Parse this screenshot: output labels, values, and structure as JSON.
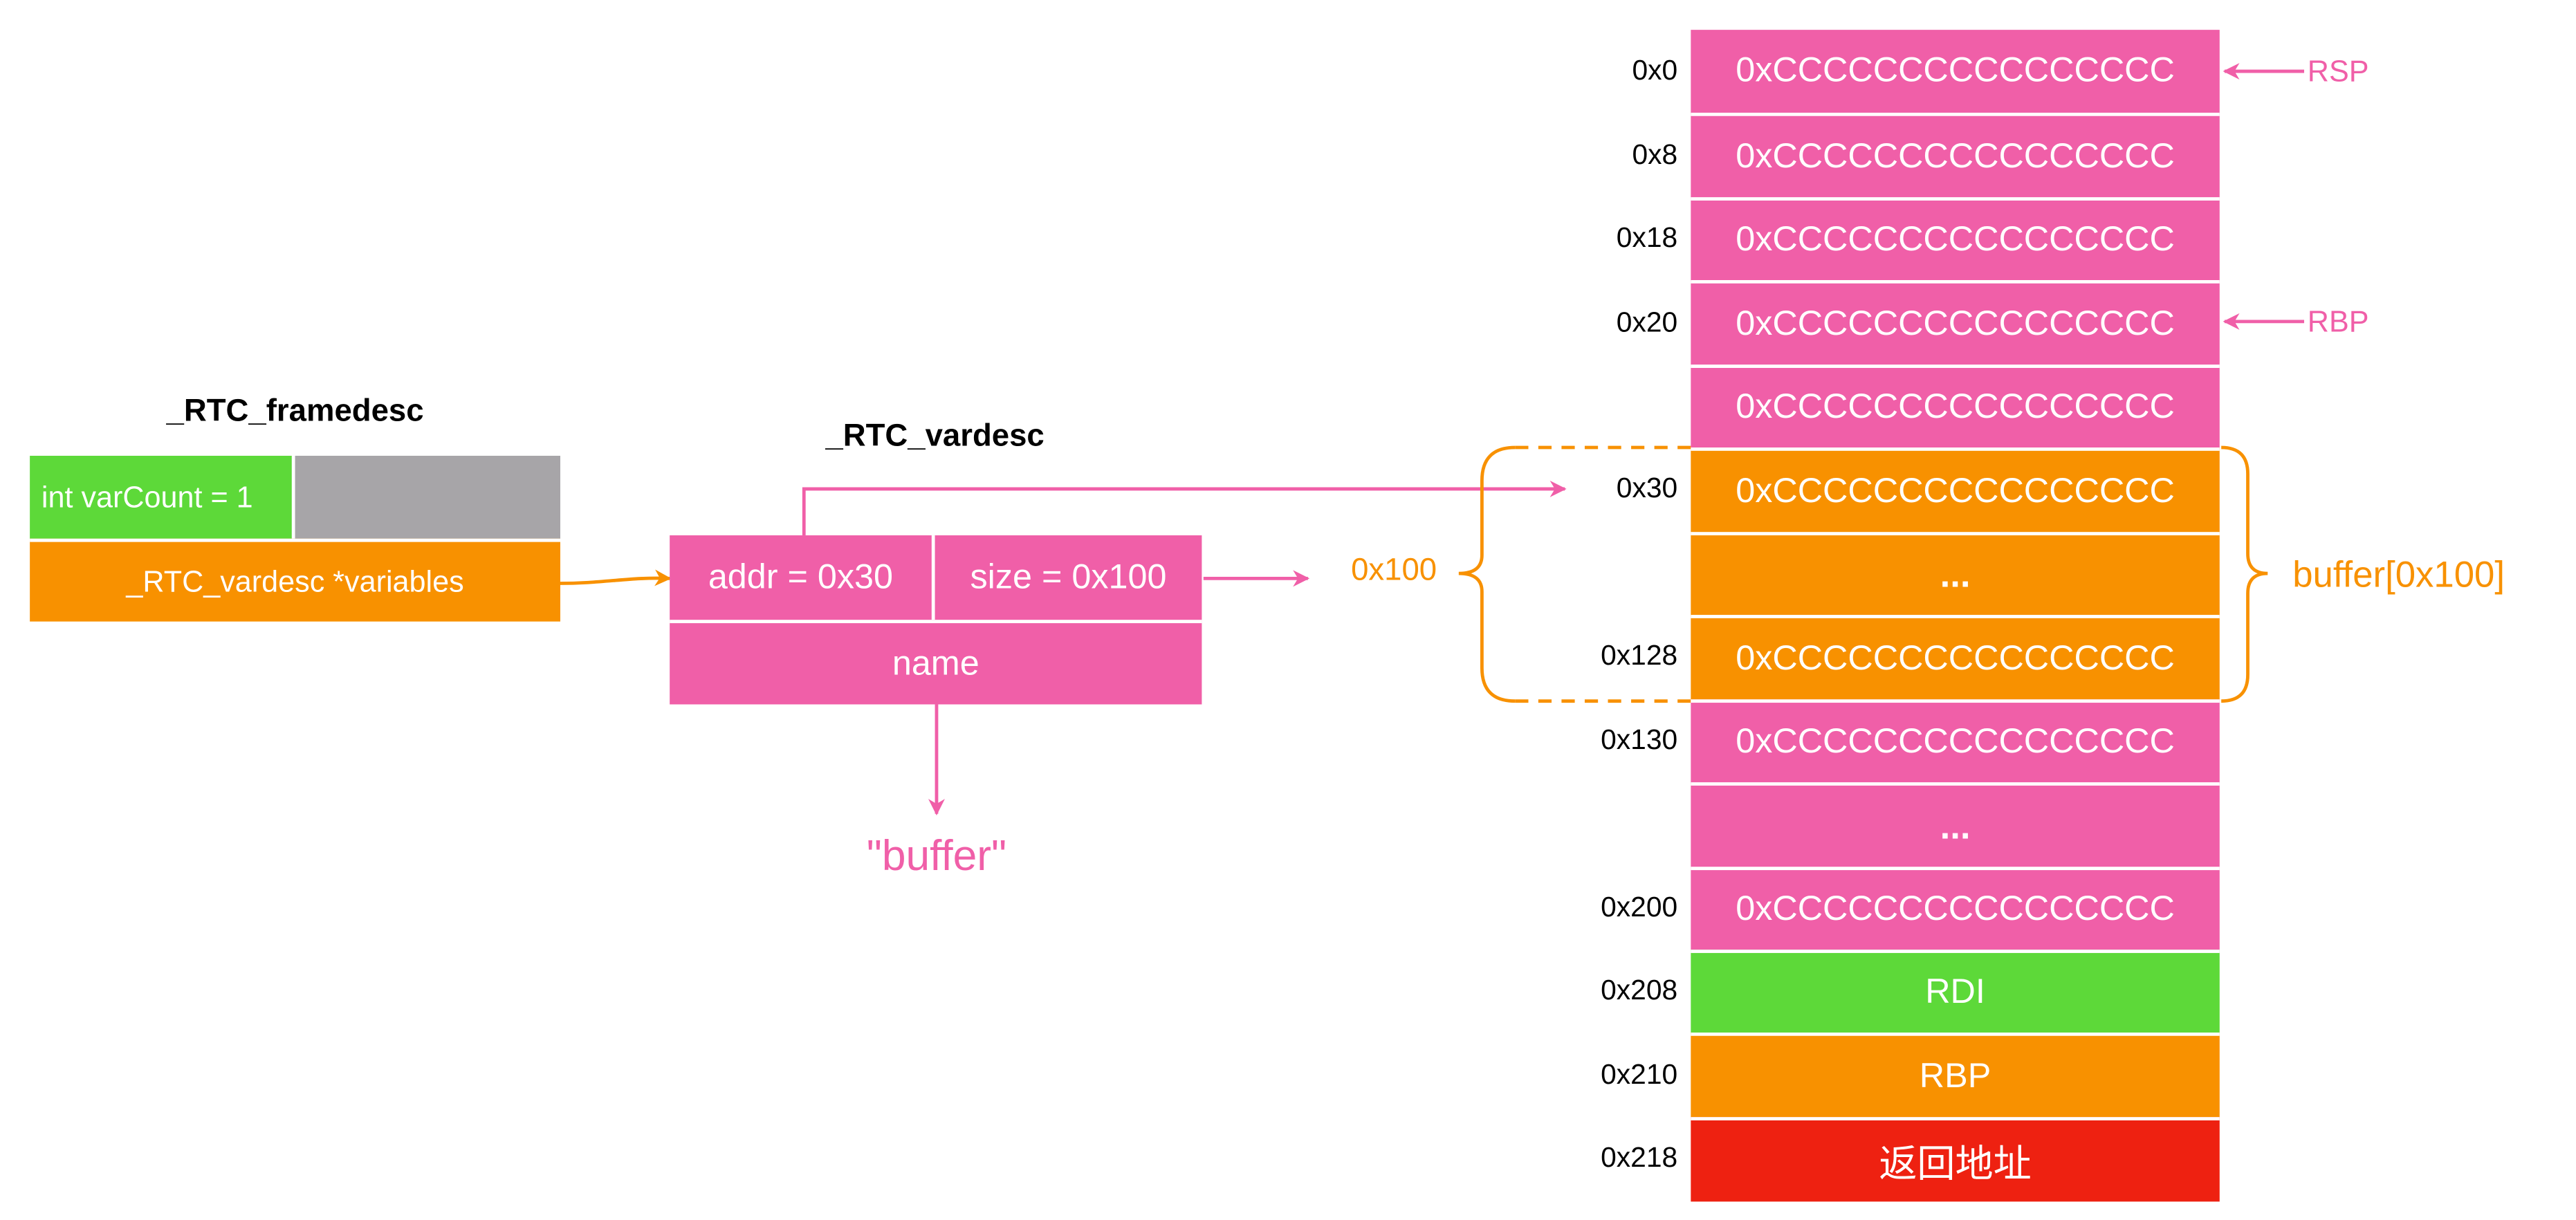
{
  "colors": {
    "pink": "#F05FA8",
    "orange": "#F89100",
    "green": "#5DD939",
    "red": "#EE2111",
    "gray": "#A7A5A8"
  },
  "framedesc": {
    "title": "_RTC_framedesc",
    "varcount": "int varCount = 1",
    "variables": "_RTC_vardesc *variables"
  },
  "vardesc": {
    "title": "_RTC_vardesc",
    "addr": "addr = 0x30",
    "size": "size = 0x100",
    "name": "name",
    "name_value": "\"buffer\""
  },
  "brace": {
    "left_label": "0x100",
    "right_label": "buffer[0x100]"
  },
  "pointers": {
    "rsp": "RSP",
    "rbp": "RBP"
  },
  "stack": [
    {
      "offset": "0x0",
      "value": "0xCCCCCCCCCCCCCCCC",
      "color": "pink"
    },
    {
      "offset": "0x8",
      "value": "0xCCCCCCCCCCCCCCCC",
      "color": "pink"
    },
    {
      "offset": "0x18",
      "value": "0xCCCCCCCCCCCCCCCC",
      "color": "pink"
    },
    {
      "offset": "0x20",
      "value": "0xCCCCCCCCCCCCCCCC",
      "color": "pink"
    },
    {
      "offset": "",
      "value": "0xCCCCCCCCCCCCCCCC",
      "color": "pink"
    },
    {
      "offset": "0x30",
      "value": "0xCCCCCCCCCCCCCCCC",
      "color": "orange"
    },
    {
      "offset": "",
      "value": "...",
      "color": "orange"
    },
    {
      "offset": "0x128",
      "value": "0xCCCCCCCCCCCCCCCC",
      "color": "orange"
    },
    {
      "offset": "0x130",
      "value": "0xCCCCCCCCCCCCCCCC",
      "color": "pink"
    },
    {
      "offset": "",
      "value": "...",
      "color": "pink"
    },
    {
      "offset": "0x200",
      "value": "0xCCCCCCCCCCCCCCCC",
      "color": "pink"
    },
    {
      "offset": "0x208",
      "value": "RDI",
      "color": "green"
    },
    {
      "offset": "0x210",
      "value": "RBP",
      "color": "orange"
    },
    {
      "offset": "0x218",
      "value": "返回地址",
      "color": "red"
    }
  ]
}
